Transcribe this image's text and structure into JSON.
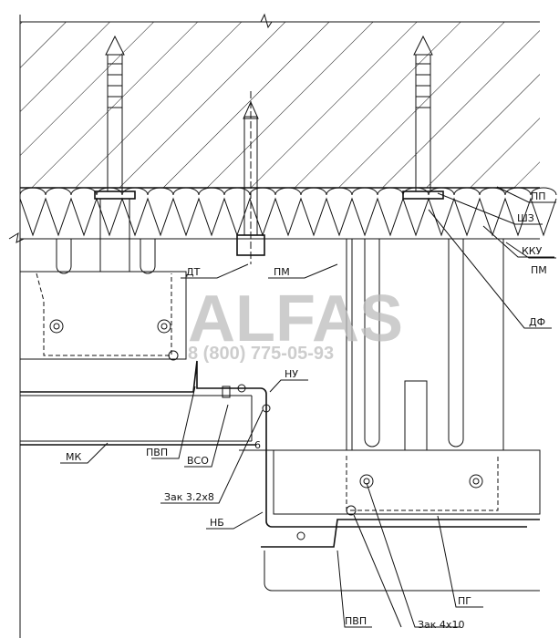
{
  "labels": {
    "pp": "ПП",
    "shz": "ШЗ",
    "kku": "ККУ",
    "pm_right": "ПМ",
    "df": "ДФ",
    "dt": "ДТ",
    "pm_mid": "ПМ",
    "nu": "НУ",
    "mk": "МК",
    "pvp_top": "ПВП",
    "vso": "ВСО",
    "gap": "6",
    "zak32": "Зак 3.2х8",
    "nb": "НБ",
    "pvp_bottom": "ПВП",
    "zak410": "Зак 4х10",
    "pg": "ПГ"
  },
  "watermark": {
    "brand": "ALFAS",
    "phone": "8 (800) 775-05-93"
  }
}
